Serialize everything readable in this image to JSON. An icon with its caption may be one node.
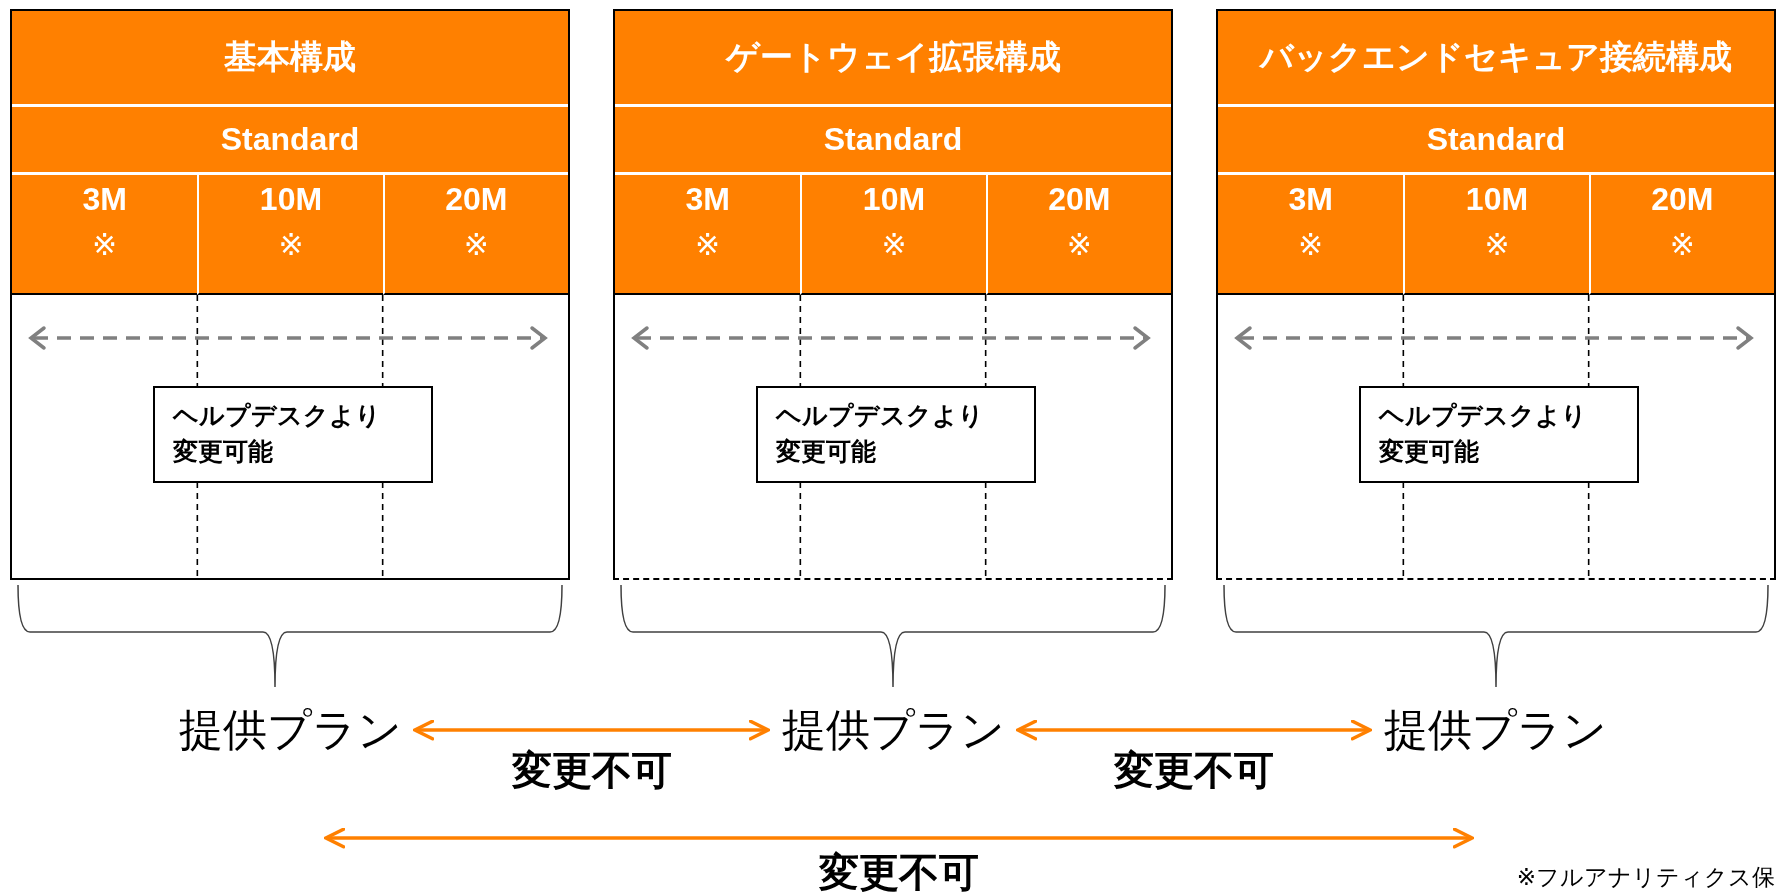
{
  "diagram": {
    "nodes": [
      {
        "text": [
          "基本構成"
        ]
      },
      {
        "text": [
          "Standard"
        ],
        "in": 0
      },
      {
        "text": [
          "3M",
          "※"
        ],
        "in": 0
      },
      {
        "text": [
          "10M",
          "※"
        ],
        "in": 0
      },
      {
        "text": [
          "20M",
          "※"
        ],
        "in": 0
      },
      {
        "text": [
          "ヘルプデスクより変更可能"
        ],
        "in": 0
      },
      {
        "text": [
          "ゲートウェイ拡張構成"
        ]
      },
      {
        "text": [
          "Standard"
        ],
        "in": 6
      },
      {
        "text": [
          "3M",
          "※"
        ],
        "in": 6
      },
      {
        "text": [
          "10M",
          "※"
        ],
        "in": 6
      },
      {
        "text": [
          "20M",
          "※"
        ],
        "in": 6
      },
      {
        "text": [
          "ヘルプデスクより変更可能"
        ],
        "in": 6
      },
      {
        "text": [
          "バックエンドセキュア接続構成"
        ]
      },
      {
        "text": [
          "Standard"
        ],
        "in": 12
      },
      {
        "text": [
          "3M",
          "※"
        ],
        "in": 12
      },
      {
        "text": [
          "10M",
          "※"
        ],
        "in": 12
      },
      {
        "text": [
          "20M",
          "※"
        ],
        "in": 12
      },
      {
        "text": [
          "ヘルプデスクより変更可能"
        ],
        "in": 12
      },
      {
        "text": [
          "提供プラン"
        ]
      },
      {
        "text": [
          "提供プラン"
        ]
      },
      {
        "text": [
          "提供プラン"
        ]
      }
    ],
    "edges": [
      {
        "from": 18,
        "to": 19,
        "arrow": "both",
        "label": "変更不可"
      },
      {
        "from": 19,
        "to": 20,
        "arrow": "both",
        "label": "変更不可"
      },
      {
        "from": 18,
        "to": 20,
        "arrow": "both",
        "label": "変更不可"
      }
    ],
    "labels": [
      "※フルアナリティクス保"
    ]
  }
}
